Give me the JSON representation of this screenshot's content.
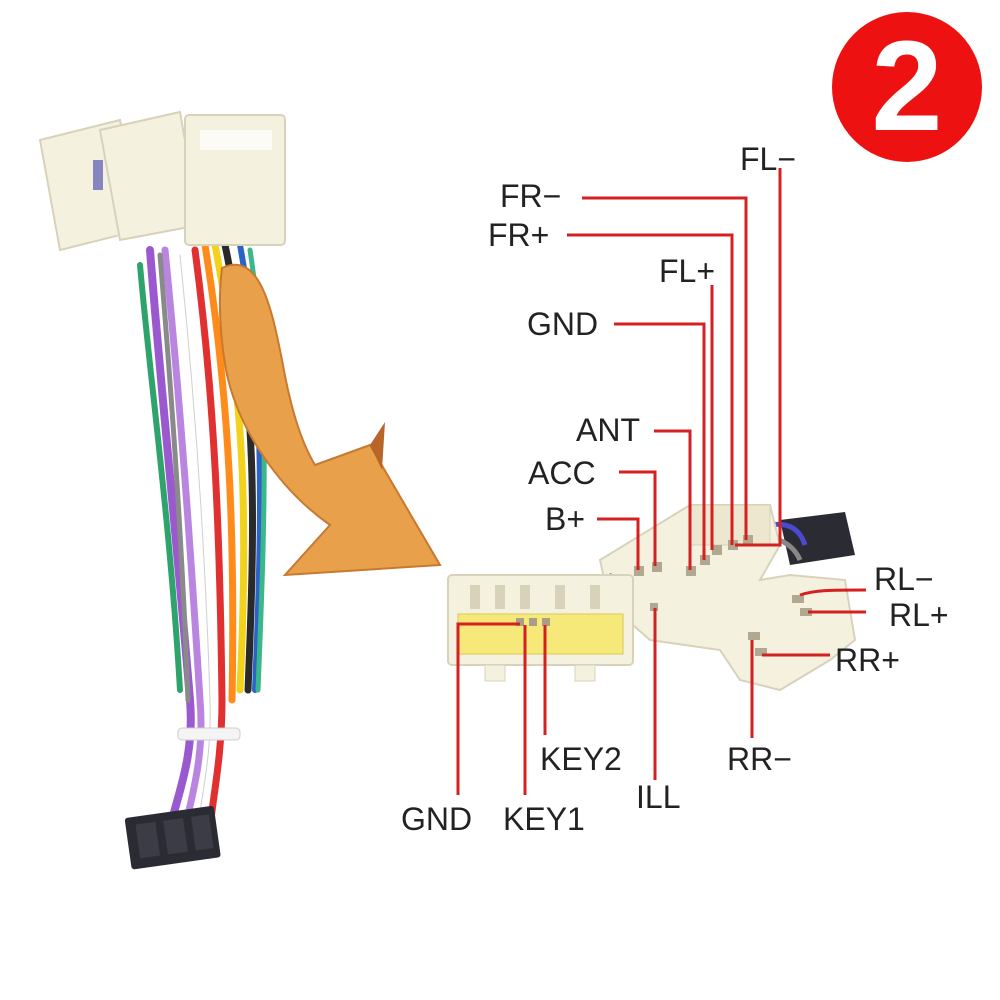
{
  "badge": {
    "number": "2",
    "color": "#ee1111"
  },
  "colors": {
    "leader": "#d42020",
    "connector": "#f5f1df",
    "arrow": "#e8a04a",
    "plug": "#2b2b33"
  },
  "labels": {
    "fl_minus": "FL−",
    "fr_minus": "FR−",
    "fr_plus": "FR+",
    "fl_plus": "FL+",
    "gnd_top": "GND",
    "ant": "ANT",
    "acc": "ACC",
    "b_plus": "B+",
    "rl_minus": "RL−",
    "rl_plus": "RL+",
    "rr_plus": "RR+",
    "rr_minus": "RR−",
    "key2": "KEY2",
    "ill": "ILL",
    "gnd_bottom": "GND",
    "key1": "KEY1"
  },
  "icons": {
    "harness": "wiring-harness-photo",
    "arrow": "curved-arrow-icon",
    "badge": "step-number-badge"
  }
}
